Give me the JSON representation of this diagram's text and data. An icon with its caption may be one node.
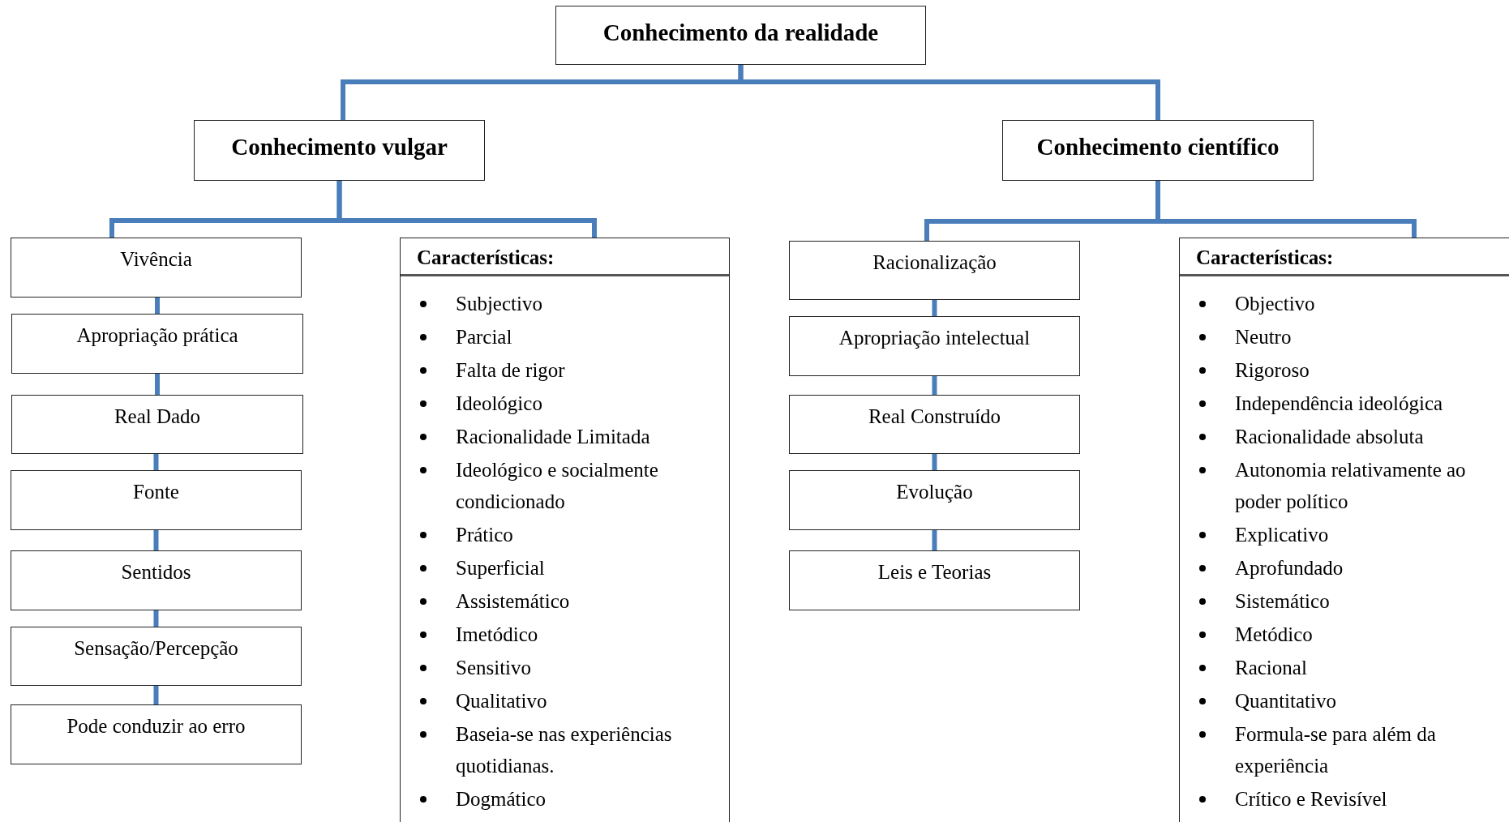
{
  "diagram": {
    "nodes": [
      {
        "text": [
          "Conhecimento da realidade"
        ]
      },
      {
        "text": [
          "Conhecimento vulgar"
        ]
      },
      {
        "text": [
          "Conhecimento científico"
        ]
      },
      {
        "text": [
          "Vivência"
        ]
      },
      {
        "text": [
          "Apropriação prática"
        ]
      },
      {
        "text": [
          "Real Dado"
        ]
      },
      {
        "text": [
          "Fonte"
        ]
      },
      {
        "text": [
          "Sentidos"
        ]
      },
      {
        "text": [
          "Sensação/Percepção"
        ]
      },
      {
        "text": [
          "Pode conduzir ao erro"
        ]
      },
      {
        "text": [
          "Características:",
          "Subjectivo",
          "Parcial",
          "Falta de rigor",
          "Ideológico",
          "Racionalidade Limitada",
          "Ideológico e socialmente condicionado",
          "Prático",
          "Superficial",
          "Assistemático",
          "Imetódico",
          "Sensitivo",
          "Qualitativo",
          "Baseia-se nas experiências quotidianas.",
          "Dogmático"
        ]
      },
      {
        "text": [
          "Racionalização"
        ]
      },
      {
        "text": [
          "Apropriação intelectual"
        ]
      },
      {
        "text": [
          "Real Construído"
        ]
      },
      {
        "text": [
          "Evolução"
        ]
      },
      {
        "text": [
          "Leis e Teorias"
        ]
      },
      {
        "text": [
          "Características:",
          "Objectivo",
          "Neutro",
          "Rigoroso",
          "Independência ideológica",
          "Racionalidade absoluta",
          "Autonomia relativamente ao poder político",
          "Explicativo",
          "Aprofundado",
          "Sistemático",
          "Metódico",
          "Racional",
          "Quantitativo",
          "Formula-se para além da experiência",
          "Crítico e Revisível"
        ]
      }
    ],
    "edges": [
      {
        "from": 0,
        "to": 1,
        "arrow": "none"
      },
      {
        "from": 0,
        "to": 2,
        "arrow": "none"
      },
      {
        "from": 1,
        "to": 3,
        "arrow": "none"
      },
      {
        "from": 1,
        "to": 10,
        "arrow": "none"
      },
      {
        "from": 2,
        "to": 11,
        "arrow": "none"
      },
      {
        "from": 2,
        "to": 16,
        "arrow": "none"
      },
      {
        "from": 3,
        "to": 4,
        "arrow": "none"
      },
      {
        "from": 4,
        "to": 5,
        "arrow": "none"
      },
      {
        "from": 5,
        "to": 6,
        "arrow": "none"
      },
      {
        "from": 6,
        "to": 7,
        "arrow": "none"
      },
      {
        "from": 7,
        "to": 8,
        "arrow": "none"
      },
      {
        "from": 8,
        "to": 9,
        "arrow": "none"
      },
      {
        "from": 11,
        "to": 12,
        "arrow": "none"
      },
      {
        "from": 12,
        "to": 13,
        "arrow": "none"
      },
      {
        "from": 13,
        "to": 14,
        "arrow": "none"
      },
      {
        "from": 14,
        "to": 15,
        "arrow": "none"
      }
    ]
  }
}
